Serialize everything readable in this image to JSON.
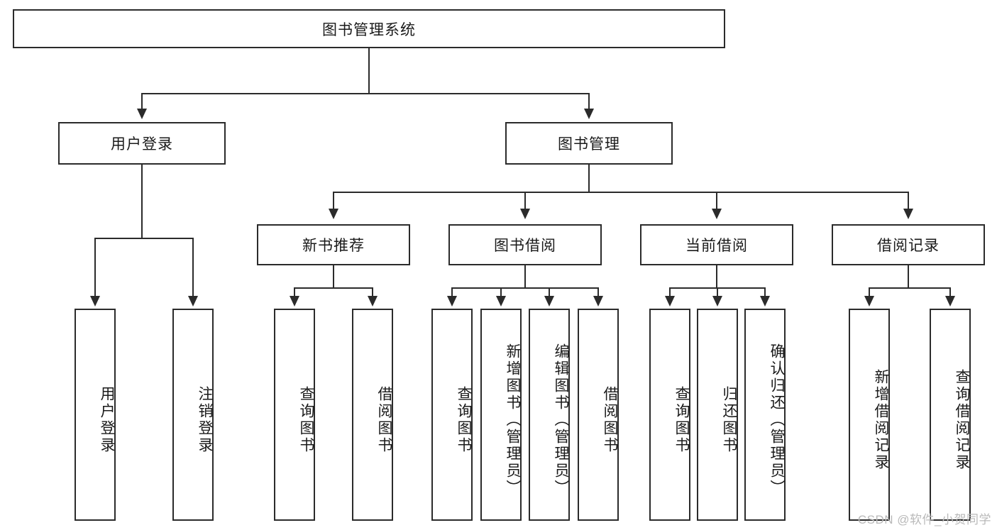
{
  "diagram": {
    "type": "tree",
    "title": "图书管理系统",
    "orientation": "top-down",
    "colors": {
      "stroke": "#2b2b2b",
      "fill": "#ffffff",
      "text": "#1a1a1a",
      "watermark": "#b9b9b9"
    },
    "levels": {
      "root": {
        "label": "图书管理系统"
      },
      "level1": [
        {
          "label": "用户登录"
        },
        {
          "label": "图书管理"
        }
      ],
      "level2": [
        {
          "label": "新书推荐"
        },
        {
          "label": "图书借阅"
        },
        {
          "label": "当前借阅"
        },
        {
          "label": "借阅记录"
        }
      ],
      "leaves": {
        "user_login": [
          {
            "label": "用户登录"
          },
          {
            "label": "注销登录"
          }
        ],
        "new_book_recommend": [
          {
            "label": "查询图书"
          },
          {
            "label": "借阅图书"
          }
        ],
        "book_borrow": [
          {
            "label": "查询图书"
          },
          {
            "label": "新增图书（管理员）"
          },
          {
            "label": "编辑图书（管理员）"
          },
          {
            "label": "借阅图书"
          }
        ],
        "current_borrow": [
          {
            "label": "查询图书"
          },
          {
            "label": "归还图书"
          },
          {
            "label": "确认归还（管理员）"
          }
        ],
        "borrow_record": [
          {
            "label": "新增借阅记录"
          },
          {
            "label": "查询借阅记录"
          }
        ]
      }
    }
  },
  "watermark": {
    "text": "CSDN @软件_小贺同学"
  }
}
